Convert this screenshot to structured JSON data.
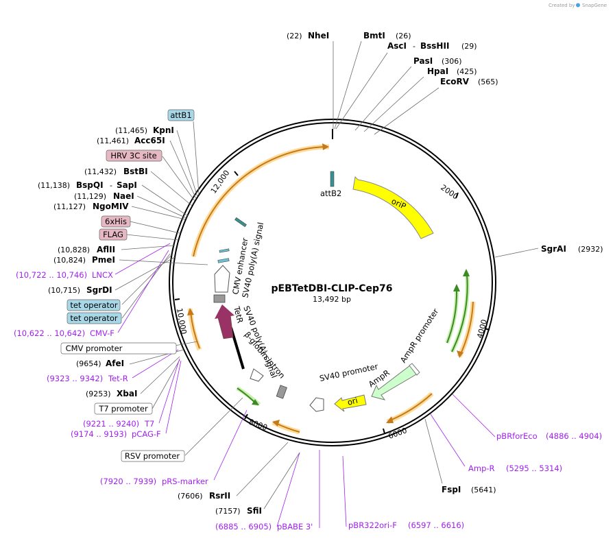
{
  "plasmid": {
    "name": "pEBTetDBI-CLIP-Cep76",
    "length_label": "13,492 bp",
    "credit": "Created by",
    "brand": "SnapGene"
  },
  "colors": {
    "backbone": "#000000",
    "orip": "#ffff00",
    "ori": "#ffff00",
    "ampr": "#ccffcc",
    "tetr": "#993366",
    "primer_arrow": "#e8a33c",
    "primer_glow": "#ffd27f",
    "green_arrow": "#5ab53a",
    "blue_box": "#a8d8e8",
    "pink_box": "#e6b8c3",
    "primer_text": "#a020f0"
  },
  "ticks": [
    "2000",
    "4000",
    "6000",
    "8000",
    "10,000",
    "12,000"
  ],
  "enzymes": [
    {
      "pos": "(22)",
      "name": "NheI"
    },
    {
      "pos": "(26)",
      "name": "BmtI"
    },
    {
      "pos": "(29)",
      "name": "AscI",
      "name2": "BssHII"
    },
    {
      "pos": "(306)",
      "name": "PasI"
    },
    {
      "pos": "(425)",
      "name": "HpaI"
    },
    {
      "pos": "(565)",
      "name": "EcoRV"
    },
    {
      "pos": "(2932)",
      "name": "SgrAI"
    },
    {
      "pos": "(5641)",
      "name": "FspI"
    },
    {
      "pos": "(7157)",
      "name": "SfiI"
    },
    {
      "pos": "(7606)",
      "name": "RsrII"
    },
    {
      "pos": "(9253)",
      "name": "XbaI"
    },
    {
      "pos": "(9654)",
      "name": "AfeI"
    },
    {
      "pos": "(10,715)",
      "name": "SgrDI"
    },
    {
      "pos": "(10,824)",
      "name": "PmeI"
    },
    {
      "pos": "(10,828)",
      "name": "AflII"
    },
    {
      "pos": "(11,127)",
      "name": "NgoMIV"
    },
    {
      "pos": "(11,129)",
      "name": "NaeI"
    },
    {
      "pos": "(11,138)",
      "name": "BspQI",
      "name2": "SapI"
    },
    {
      "pos": "(11,432)",
      "name": "BstBI"
    },
    {
      "pos": "(11,461)",
      "name": "Acc65I"
    },
    {
      "pos": "(11,465)",
      "name": "KpnI"
    }
  ],
  "primers": [
    {
      "name": "pBRforEco",
      "range": "(4886 .. 4904)"
    },
    {
      "name": "Amp-R",
      "range": "(5295 .. 5314)"
    },
    {
      "name": "pBR322ori-F",
      "range": "(6597 .. 6616)"
    },
    {
      "name": "pBABE 3'",
      "range": "(6885 .. 6905)"
    },
    {
      "name": "pRS-marker",
      "range": "(7920 .. 7939)"
    },
    {
      "name": "pCAG-F",
      "range": "(9174 .. 9193)"
    },
    {
      "name": "T7",
      "range": "(9221 .. 9240)"
    },
    {
      "name": "Tet-R",
      "range": "(9323 .. 9342)"
    },
    {
      "name": "CMV-F",
      "range": "(10,622 .. 10,642)"
    },
    {
      "name": "LNCX",
      "range": "(10,722 .. 10,746)"
    }
  ],
  "boxed_labels": {
    "attB1": "attB1",
    "hrv": "HRV 3C site",
    "his": "6xHis",
    "flag": "FLAG",
    "tetop1": "tet operator",
    "tetop2": "tet operator",
    "cmv_promoter": "CMV promoter",
    "t7_promoter": "T7 promoter",
    "rsv_promoter": "RSV promoter"
  },
  "features": {
    "attB2": "attB2",
    "orip": "oriP",
    "ampr_promoter": "AmpR promoter",
    "ampr": "AmpR",
    "ori": "ori",
    "sv40_promoter": "SV40 promoter",
    "cmv_enhancer": "CMV enhancer",
    "sv40_polya_1": "SV40 poly(A) signal",
    "sv40_polya_2": "SV40 poly(A) signal",
    "tetr": "TetR",
    "beta_globin": "β-globin intron"
  }
}
